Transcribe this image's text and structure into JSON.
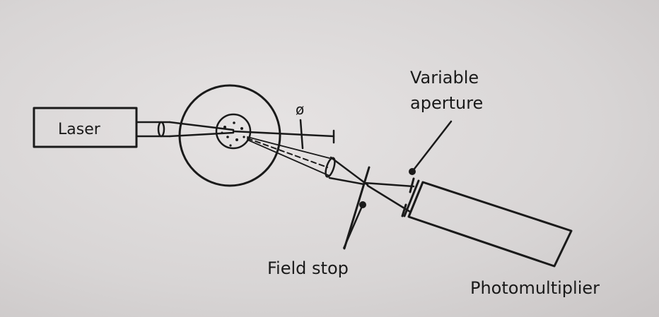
{
  "diagram": {
    "labels": {
      "laser": "Laser",
      "variable_aperture_line1": "Variable",
      "variable_aperture_line2": "aperture",
      "field_stop": "Field stop",
      "photomultiplier": "Photomultiplier",
      "angle_symbol": "ø"
    },
    "colors": {
      "ink": "#1a1a1a",
      "paper": "#dedbdb"
    }
  }
}
